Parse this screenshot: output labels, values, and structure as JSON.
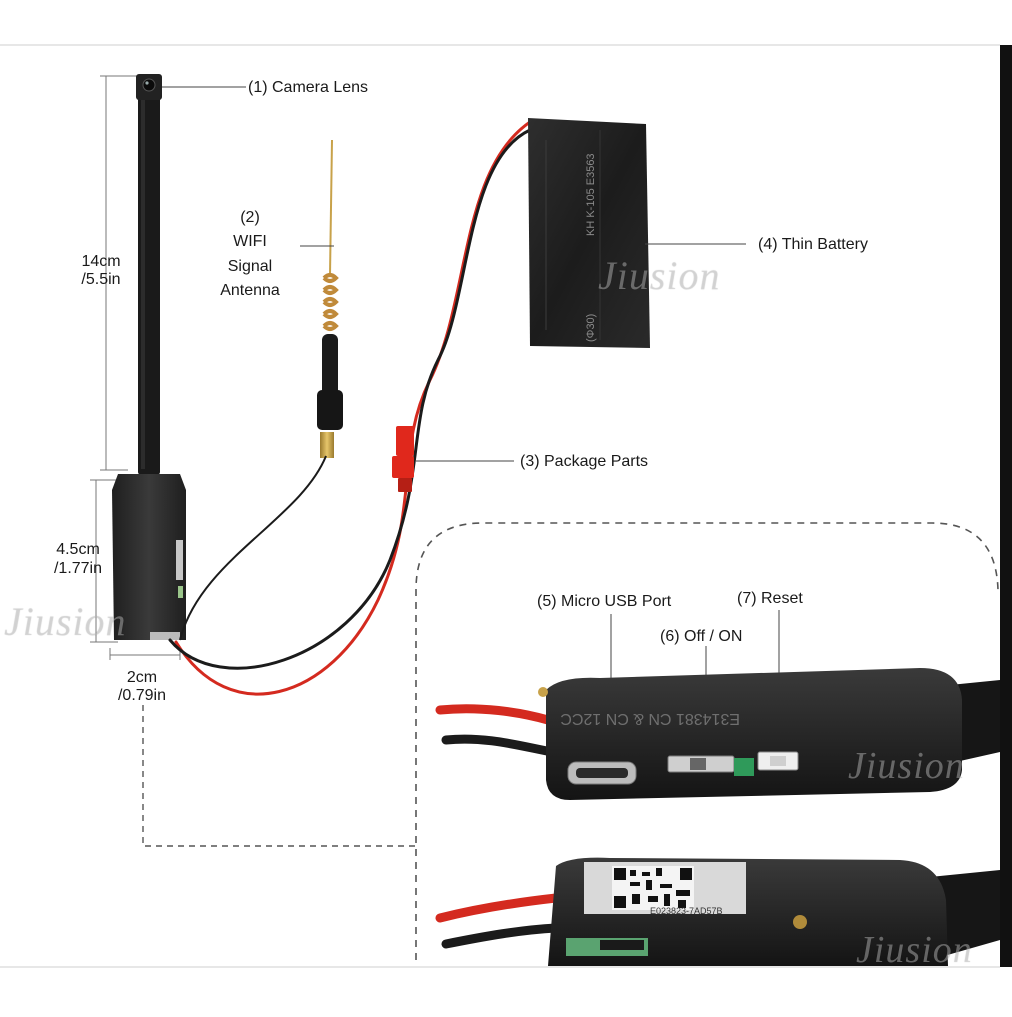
{
  "labels": {
    "camera_lens": "(1) Camera Lens",
    "antenna_num": "(2)",
    "antenna_wifi": "WIFI",
    "antenna_signal": "Signal",
    "antenna_word": "Antenna",
    "package_parts": "(3) Package Parts",
    "thin_battery": "(4) Thin Battery",
    "micro_usb": "(5) Micro USB Port",
    "off_on": "(6) Off / ON",
    "reset": "(7) Reset"
  },
  "dimensions": {
    "length_cm": "14cm",
    "length_in": "/5.5in",
    "board_cm": "4.5cm",
    "board_in": "/1.77in",
    "width_cm": "2cm",
    "width_in": "/0.79in"
  },
  "battery_print": {
    "line1": "KH    K-105    E3563",
    "line2": "(Φ30)"
  },
  "board_print": {
    "top": "E314381  CN  &  CN  12CC",
    "qr_code_text": "E023823-7AD57B"
  },
  "watermark": "Jiusion",
  "colors": {
    "wire_red": "#d42a1f",
    "wire_black": "#1b1b1b",
    "connector_red": "#e0281c",
    "board": "#2b2b2b",
    "flex_cable": "#181818",
    "antenna_gold": "#c8a24a",
    "dashed_border": "#555555"
  }
}
